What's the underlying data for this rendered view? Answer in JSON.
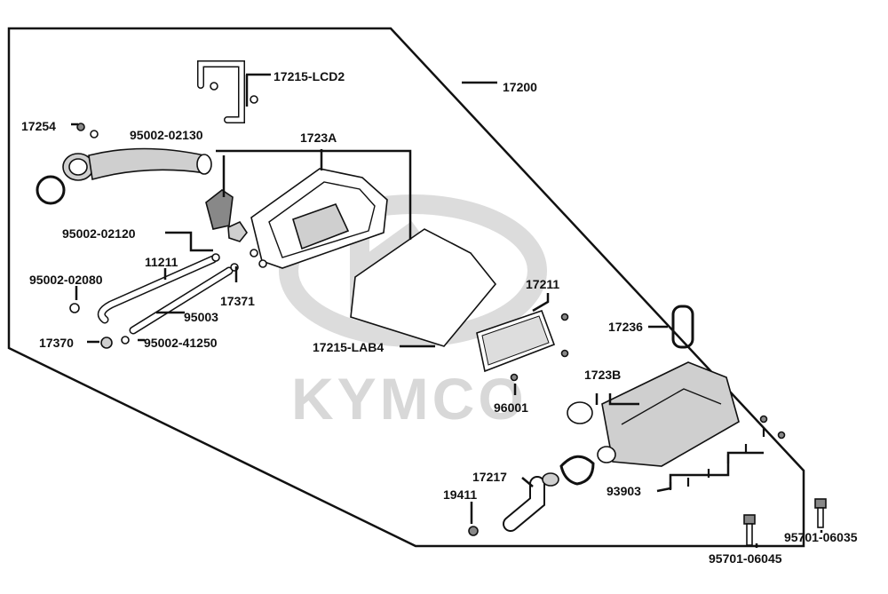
{
  "watermark": {
    "brand": "KYMCO"
  },
  "labels": [
    {
      "id": "17215-LCD2"
    },
    {
      "id": "17200"
    },
    {
      "id": "17254"
    },
    {
      "id": "95002-02130"
    },
    {
      "id": "1723A"
    },
    {
      "id": "95002-02120"
    },
    {
      "id": "11211"
    },
    {
      "id": "95002-02080"
    },
    {
      "id": "17371"
    },
    {
      "id": "95003"
    },
    {
      "id": "17370"
    },
    {
      "id": "95002-41250"
    },
    {
      "id": "17211"
    },
    {
      "id": "17236"
    },
    {
      "id": "17215-LAB4"
    },
    {
      "id": "1723B"
    },
    {
      "id": "96001"
    },
    {
      "id": "17217"
    },
    {
      "id": "19411"
    },
    {
      "id": "93903"
    },
    {
      "id": "95701-06035"
    },
    {
      "id": "95701-06045"
    }
  ]
}
